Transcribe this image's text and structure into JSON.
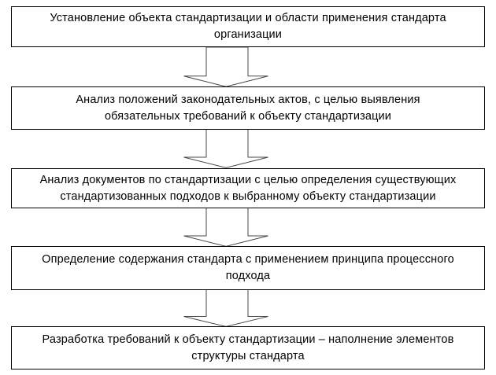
{
  "diagram": {
    "type": "flowchart",
    "direction": "top-down",
    "colors": {
      "background": "#ffffff",
      "box_fill": "#ffffff",
      "box_border": "#000000",
      "text": "#000000",
      "arrow_fill": "#ffffff",
      "arrow_outline": "#474747"
    },
    "boxes": [
      {
        "text": "Установление объекта стандартизации и области применения стандарта организации",
        "lines": [
          "Установление объекта стандартизации и области применения стандарта",
          "организации"
        ]
      },
      {
        "text": "Анализ положений законодательных актов, с целью выявления обязательных требований к объекту стандартизации",
        "lines": [
          "Анализ положений законодательных актов, с целью выявления",
          "обязательных требований к объекту стандартизации"
        ]
      },
      {
        "text": "Анализ документов по стандартизации с целью определения существующих стандартизованных подходов к выбранному объекту стандартизации",
        "lines": [
          "Анализ документов по стандартизации с целью определения существующих",
          "стандартизованных подходов к выбранному объекту стандартизации"
        ]
      },
      {
        "text": "Определение содержания стандарта с применением принципа процессного подхода",
        "lines": [
          "Определение содержания стандарта с применением принципа процессного",
          "подхода"
        ]
      },
      {
        "text": "Разработка требований к объекту стандартизации – наполнение элементов структуры стандарта",
        "lines": [
          "Разработка требований к объекту стандартизации – наполнение элементов",
          "структуры стандарта"
        ]
      }
    ]
  }
}
